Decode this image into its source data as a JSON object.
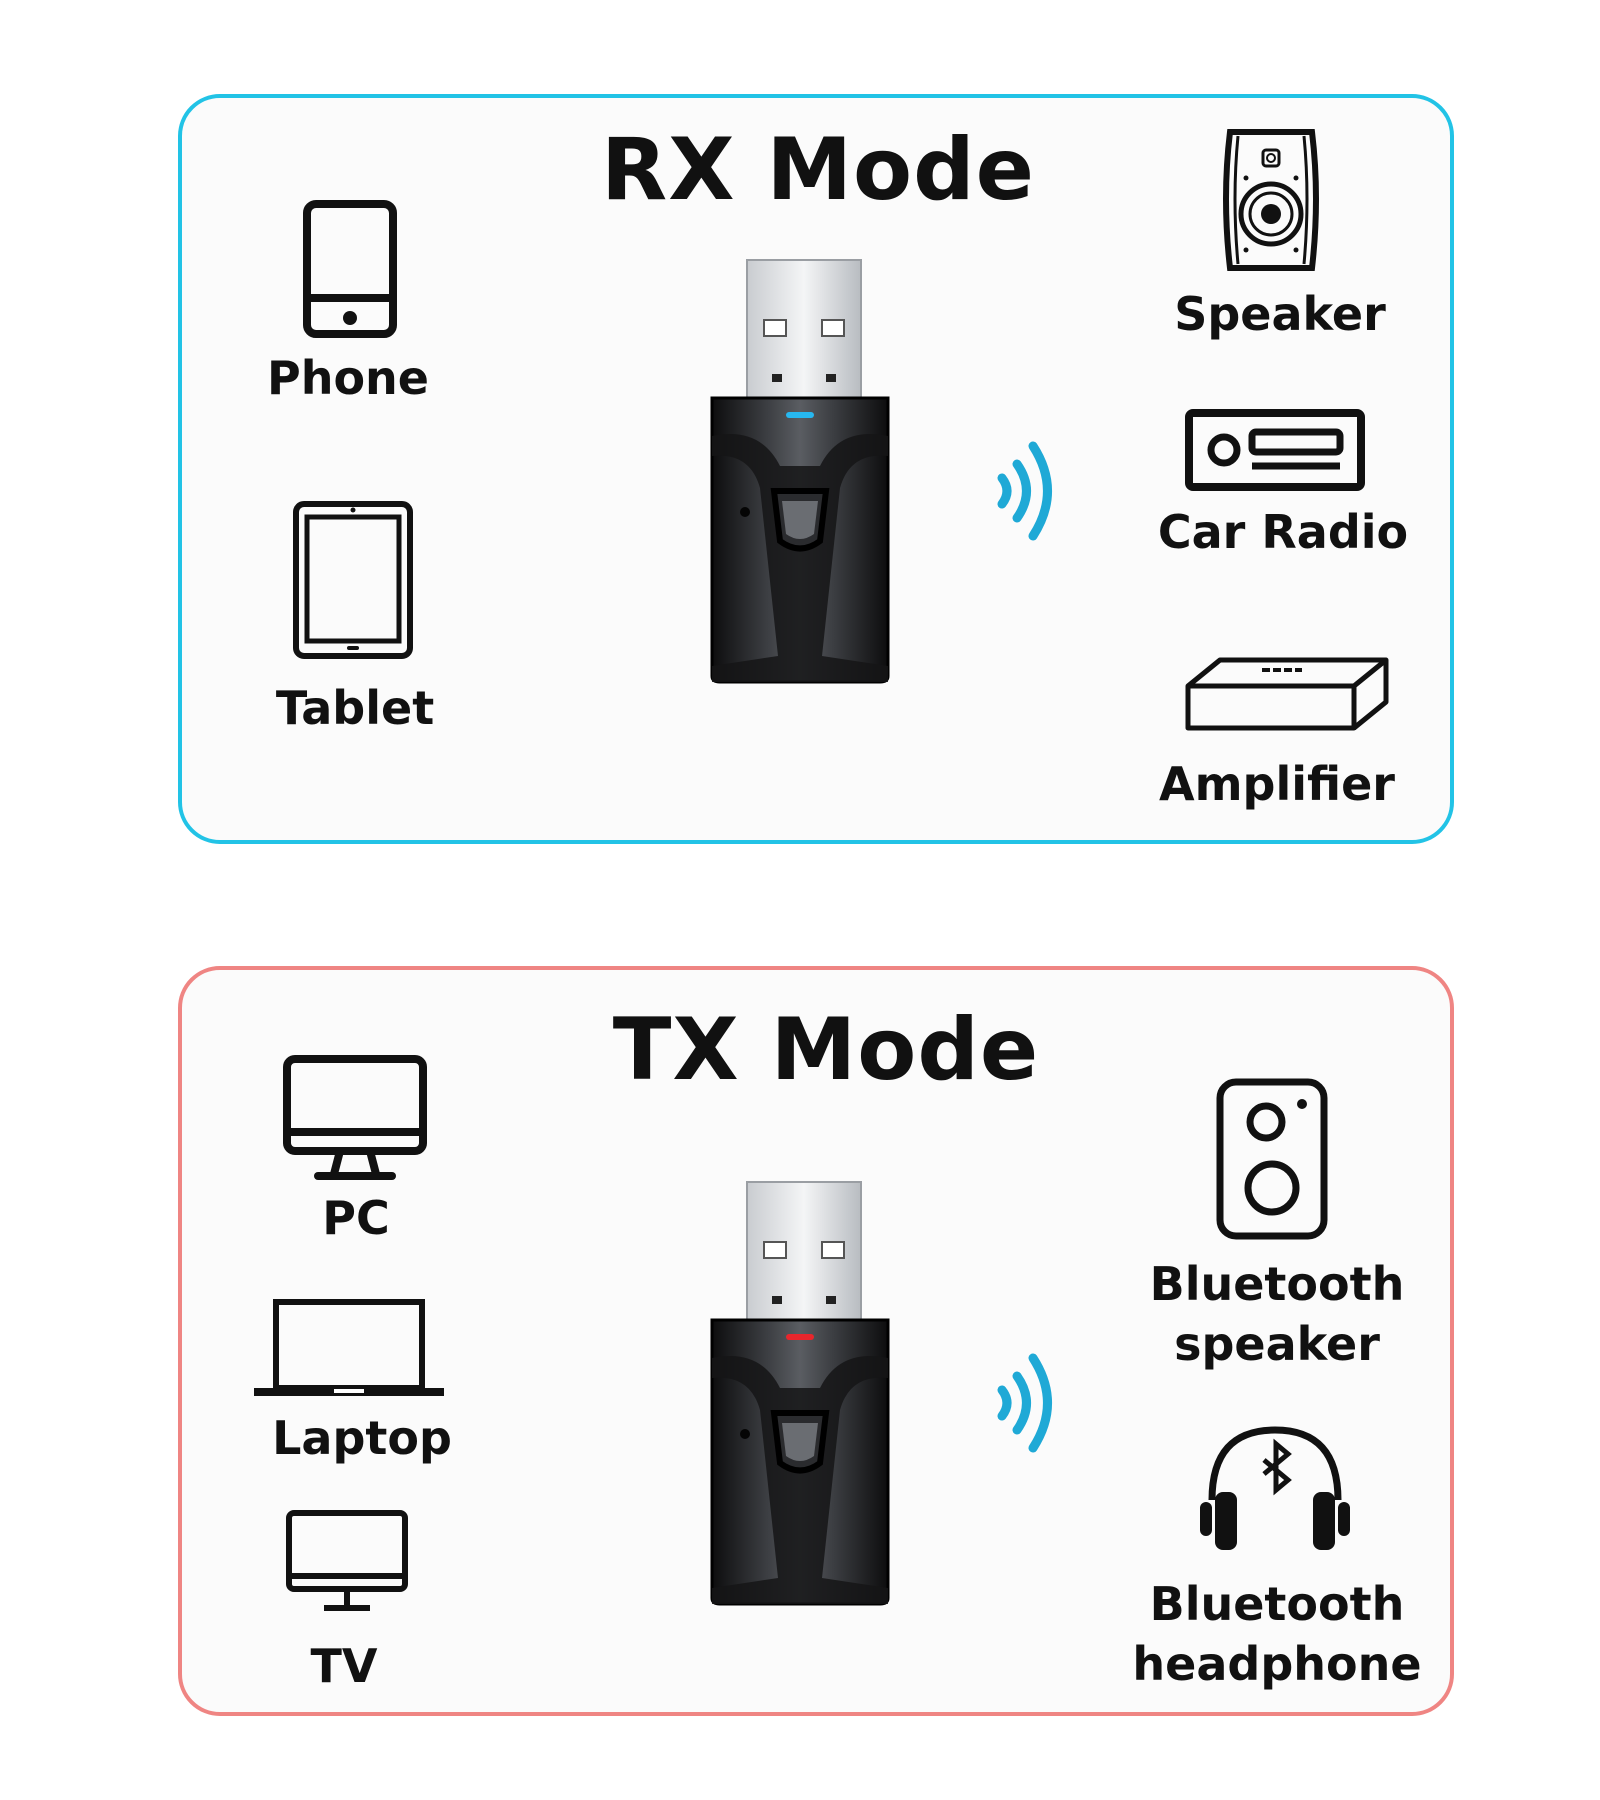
{
  "rx": {
    "title": "RX Mode",
    "border_color": "#22c3e6",
    "led_color": "#27b8f0",
    "sources": [
      {
        "label": "Phone",
        "icon": "phone-icon"
      },
      {
        "label": "Tablet",
        "icon": "tablet-icon"
      }
    ],
    "outputs": [
      {
        "label": "Speaker",
        "icon": "speaker-cabinet-icon"
      },
      {
        "label": "Car Radio",
        "icon": "car-radio-icon"
      },
      {
        "label": "Amplifier",
        "icon": "amplifier-icon"
      }
    ]
  },
  "tx": {
    "title": "TX Mode",
    "border_color": "#ef8583",
    "led_color": "#e8262c",
    "sources": [
      {
        "label": "PC",
        "icon": "monitor-icon"
      },
      {
        "label": "Laptop",
        "icon": "laptop-icon"
      },
      {
        "label": "TV",
        "icon": "tv-icon"
      }
    ],
    "outputs": [
      {
        "label": "Bluetooth speaker",
        "icon": "bluetooth-speaker-icon"
      },
      {
        "label": "Bluetooth headphone",
        "icon": "bluetooth-headphone-icon"
      }
    ]
  },
  "wave_color": "#1fa9d6"
}
